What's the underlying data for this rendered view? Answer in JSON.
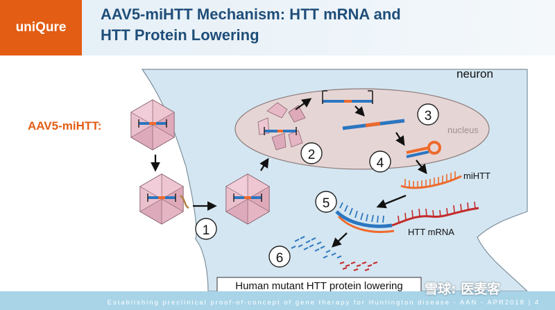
{
  "logo": {
    "text": "uniQure"
  },
  "header": {
    "title_line1": "AAV5-miHTT Mechanism: HTT mRNA and",
    "title_line2": "HTT Protein Lowering"
  },
  "diagram": {
    "aav_label": "AAV5-miHTT:",
    "neuron_label": "neuron",
    "nucleus_label": "nucleus",
    "mihtt_label": "miHTT",
    "htt_mrna_label": "HTT mRNA",
    "caption": "Human mutant HTT protein lowering",
    "steps": [
      "1",
      "2",
      "3",
      "4",
      "5",
      "6"
    ]
  },
  "footer": {
    "text": "Establishing preclinical proof-of-concept of gene therapy for Huntington disease - AAN - APR2018 | 4"
  },
  "watermark": {
    "text": "雪球: 医麦客"
  },
  "colors": {
    "accent_orange": "#e35d14",
    "title_blue": "#1f4e79",
    "cell_fill": "#d4e6f1",
    "nucleus_fill": "#e6d5d5",
    "capsid_fill": "#e7b8c6",
    "dna_blue": "#2b76c0",
    "dna_orange": "#ee6a2c",
    "mrna_red": "#c42a2a"
  }
}
